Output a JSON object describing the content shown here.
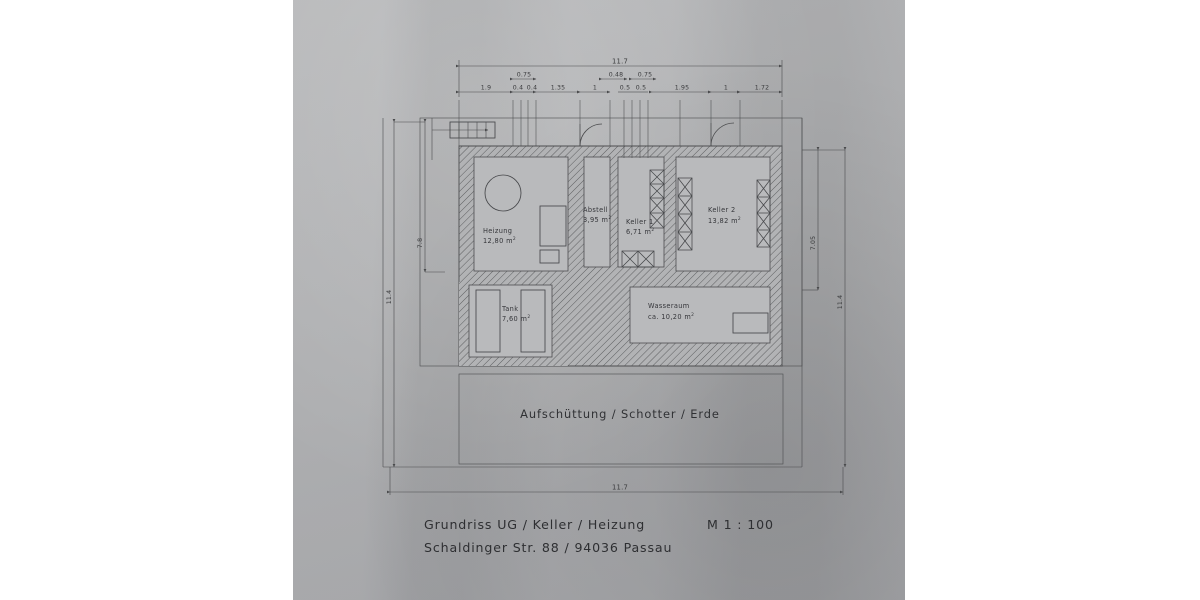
{
  "document": {
    "kind": "architectural-floor-plan-photo",
    "title_line_1": "Grundriss UG / Keller / Heizung",
    "title_line_2": "Schaldinger Str. 88 / 94036 Passau",
    "scale_label": "M 1 : 100",
    "fill_note": "Aufschüttung / Schotter / Erde",
    "paper_color": "#adaeb0",
    "ink_color": "#4a4b4d"
  },
  "rooms": [
    {
      "id": "heizung",
      "name": "Heizung",
      "area": "12,80 m",
      "sup": "2"
    },
    {
      "id": "abstell",
      "name": "Abstell",
      "area": "3,95 m",
      "sup": "2"
    },
    {
      "id": "keller1",
      "name": "Keller 1",
      "area": "6,71 m",
      "sup": "2"
    },
    {
      "id": "keller2",
      "name": "Keller 2",
      "area": "13,82 m",
      "sup": "2"
    },
    {
      "id": "tank",
      "name": "Tank",
      "area": "7,60 m",
      "sup": "2"
    },
    {
      "id": "wasseraum",
      "name": "Wasseraum",
      "area": "ca. 10,20 m",
      "sup": "2"
    }
  ],
  "dimensions": {
    "top_overall": "11.7",
    "bottom_overall": "11.7",
    "top_chain": [
      "1.9",
      "0.4",
      "0.4",
      "1.35",
      "1",
      "0.5",
      "0.5",
      "1.95",
      "1",
      "1.72"
    ],
    "top_upper_chain": [
      "0.75",
      "0.48",
      "0.75"
    ],
    "left_inner": "7.8",
    "left_outer": "11.4",
    "right_inner": "7.05",
    "right_outer": "11.4"
  }
}
